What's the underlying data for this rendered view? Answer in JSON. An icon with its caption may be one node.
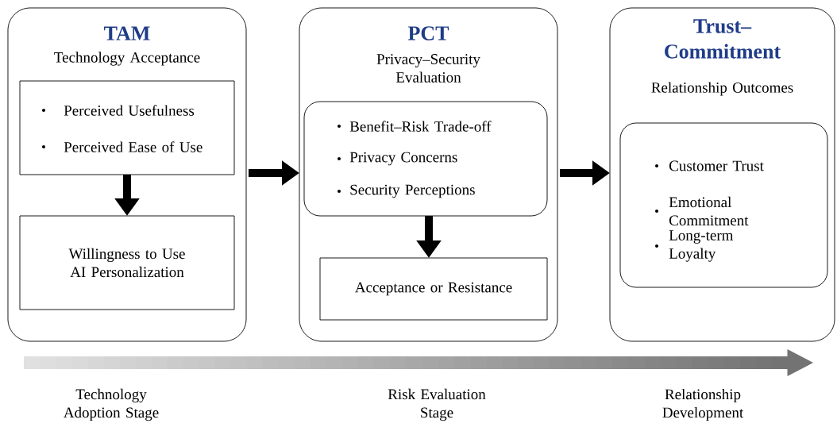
{
  "diagram": {
    "nodes": [
      {
        "text": [
          "TAM",
          "Technology Acceptance"
        ]
      },
      {
        "text": [
          "Perceived Usefulness",
          "Perceived Ease of Use"
        ],
        "in": 0
      },
      {
        "text": [
          "Willingness to Use AI Personalization"
        ],
        "in": 0
      },
      {
        "text": [
          "PCT",
          "Privacy–Security Evaluation"
        ]
      },
      {
        "text": [
          "Benefit–Risk Trade-off",
          "Privacy Concerns",
          "Security Perceptions"
        ],
        "in": 3
      },
      {
        "text": [
          "Acceptance or Resistance"
        ],
        "in": 3
      },
      {
        "text": [
          "Trust– Commitment",
          "Relationship Outcomes"
        ]
      },
      {
        "text": [
          "Customer Trust",
          "Emotional Commitment",
          "Long-term Loyalty"
        ],
        "in": 6
      }
    ],
    "edges": [
      {
        "from": 1,
        "to": 2,
        "arrow": "to"
      },
      {
        "from": 0,
        "to": 3,
        "arrow": "to"
      },
      {
        "from": 4,
        "to": 5,
        "arrow": "to"
      },
      {
        "from": 3,
        "to": 6,
        "arrow": "to"
      }
    ],
    "labels": [
      "Technology Adoption Stage",
      "Risk Evaluation Stage",
      "Relationship Development"
    ]
  }
}
